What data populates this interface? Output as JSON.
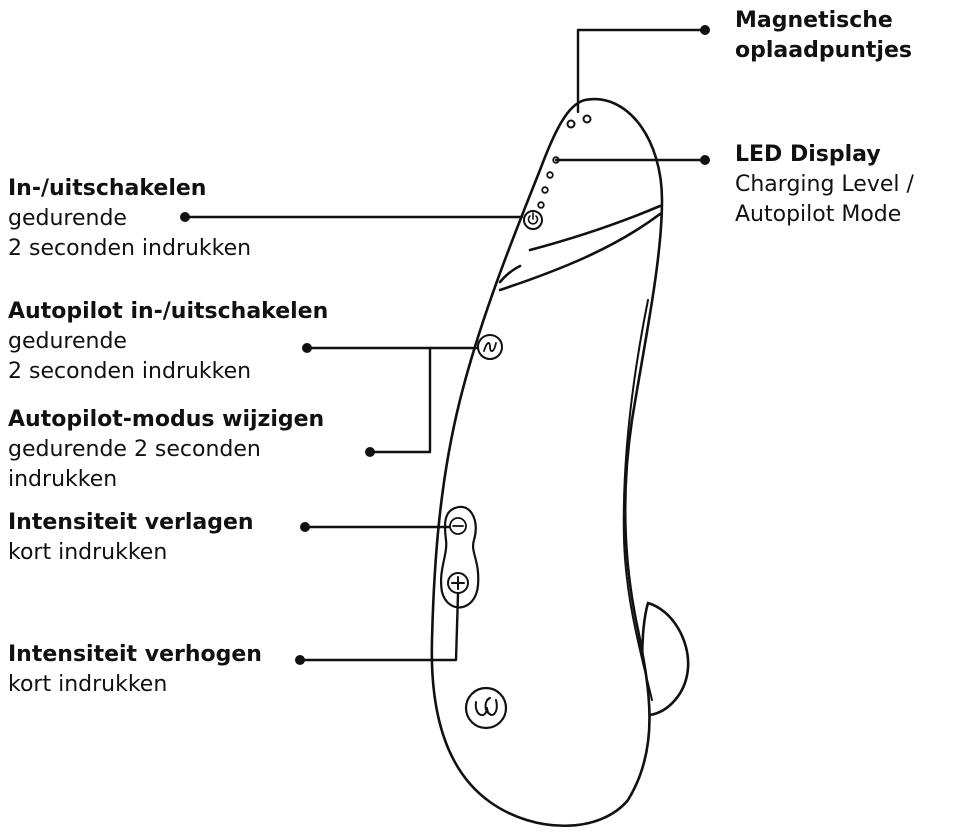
{
  "labels": {
    "charging_points": {
      "title_line1": "Magnetische",
      "title_line2": "oplaadpuntjes"
    },
    "led_display": {
      "title": "LED Display",
      "desc_line1": "Charging Level /",
      "desc_line2": "Autopilot Mode"
    },
    "power": {
      "title": "In-/uitschakelen",
      "desc_line1": "gedurende",
      "desc_line2": "2 seconden indrukken"
    },
    "autopilot_toggle": {
      "title": "Autopilot in-/uitschakelen",
      "desc_line1": "gedurende",
      "desc_line2": "2 seconden indrukken"
    },
    "autopilot_mode": {
      "title": "Autopilot-modus wijzigen",
      "desc_line1": "gedurende 2 seconden",
      "desc_line2": "indrukken"
    },
    "intensity_down": {
      "title": "Intensiteit verlagen",
      "desc_line1": "kort indrukken"
    },
    "intensity_up": {
      "title": "Intensiteit verhogen",
      "desc_line1": "kort indrukken"
    }
  },
  "colors": {
    "ink": "#111111",
    "background": "#ffffff",
    "device_fill": "#ffffff"
  },
  "icons": {
    "power_button": "power-icon",
    "autopilot_button": "autopilot-wave-icon",
    "minus_button": "minus-icon",
    "plus_button": "plus-icon",
    "brand_logo": "brand-logo-icon"
  }
}
